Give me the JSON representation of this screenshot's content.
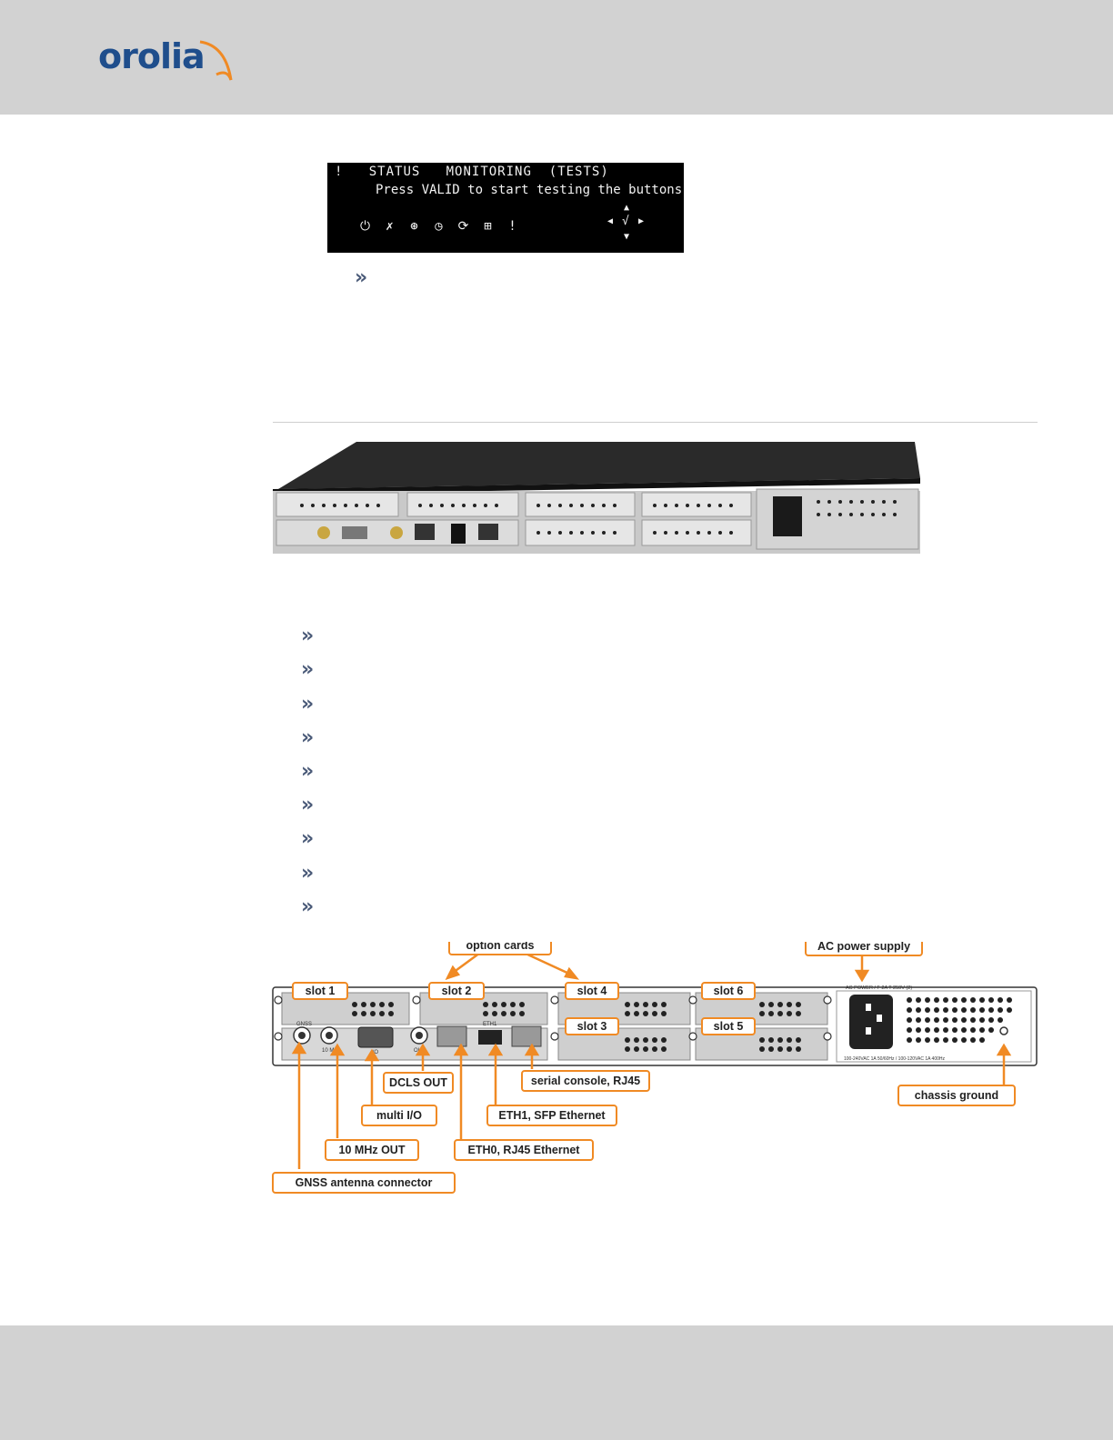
{
  "header": {
    "logo_text": "orolia"
  },
  "lcd": {
    "alert_mark": "!",
    "menu_status": "STATUS",
    "menu_monitoring": "MONITORING",
    "menu_tests": "(TESTS)",
    "message": "Press VALID to start testing the buttons",
    "check_mark": "√"
  },
  "bullets": {
    "glyph": "»"
  },
  "diagram": {
    "callouts": {
      "option_cards": "option cards",
      "ac_power_supply": "AC power supply",
      "slot1": "slot 1",
      "slot2": "slot 2",
      "slot3": "slot 3",
      "slot4": "slot 4",
      "slot5": "slot 5",
      "slot6": "slot 6",
      "dcls_out": "DCLS OUT",
      "serial_console": "serial console, RJ45",
      "chassis_ground": "chassis ground",
      "multi_io": "multi I/O",
      "eth1": "ETH1, SFP Ethernet",
      "ten_mhz_out": "10 MHz OUT",
      "eth0": "ETH0, RJ45 Ethernet",
      "gnss": "GNSS antenna connector"
    },
    "panel_labels": {
      "gnss": "GNSS",
      "ten_mhz": "10 MHz",
      "io": "I/O",
      "out": "OUT",
      "eth1": "ETH1",
      "ac_power": "AC POWER / F 2A T 250V (2)",
      "rating": "100-240VAC 1A 50/60Hz / 100-120VAC 1A 400Hz"
    }
  },
  "colors": {
    "callout_orange": "#f08a24",
    "header_gray": "#d2d2d2",
    "logo_blue": "#1f4e8c"
  }
}
